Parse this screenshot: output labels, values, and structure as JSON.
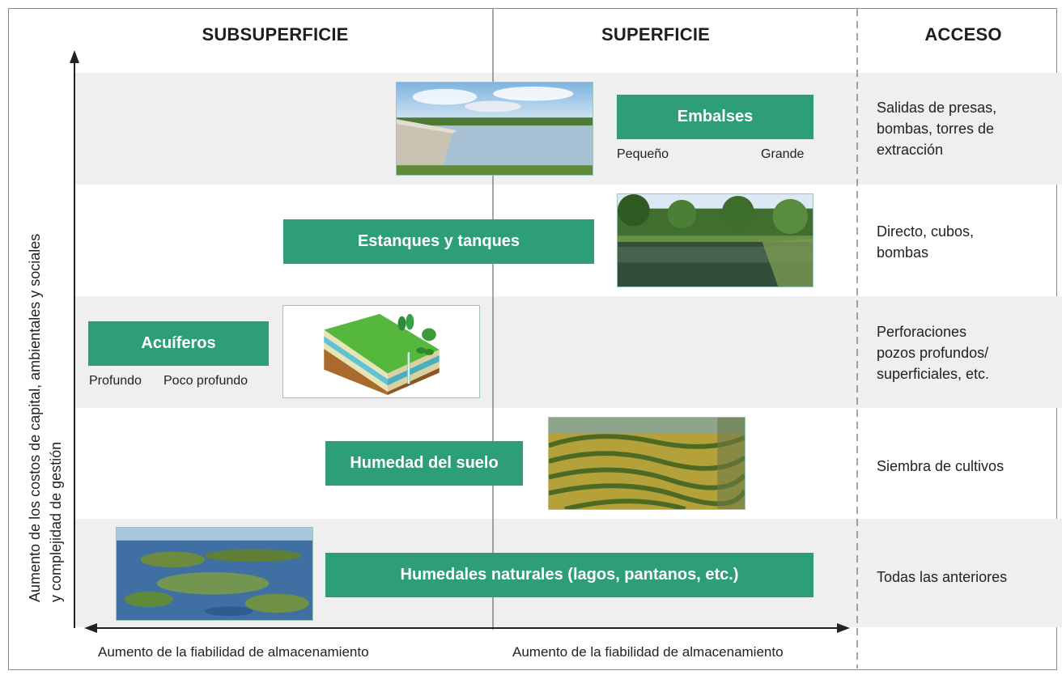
{
  "headers": {
    "subsurface": "SUBSUPERFICIE",
    "surface": "SUPERFICIE",
    "access": "ACCESO"
  },
  "y_axis": {
    "line1": "Aumento de los costos de capital, ambientales y sociales",
    "line2": "y complejidad de gestión"
  },
  "x_axis": {
    "left": "Aumento de la fiabilidad de almacenamiento",
    "right": "Aumento de la fiabilidad de almacenamiento"
  },
  "rows": [
    {
      "storage": "Embalses",
      "scale_left": "Pequeño",
      "scale_right": "Grande",
      "access": [
        "Salidas de presas,",
        "bombas, torres de",
        "extracción"
      ]
    },
    {
      "storage": "Estanques y tanques",
      "access": [
        "Directo, cubos,",
        "bombas"
      ]
    },
    {
      "storage": "Acuíferos",
      "scale_left": "Profundo",
      "scale_right": "Poco profundo",
      "access": [
        "Perforaciones",
        "pozos profundos/",
        "superficiales, etc."
      ]
    },
    {
      "storage": "Humedad del suelo",
      "access": [
        "Siembra de cultivos"
      ]
    },
    {
      "storage": "Humedales naturales (lagos, pantanos, etc.)",
      "access": [
        "Todas las anteriores"
      ]
    }
  ],
  "colors": {
    "box_green": "#2e9e78",
    "band_gray": "#efefef"
  }
}
